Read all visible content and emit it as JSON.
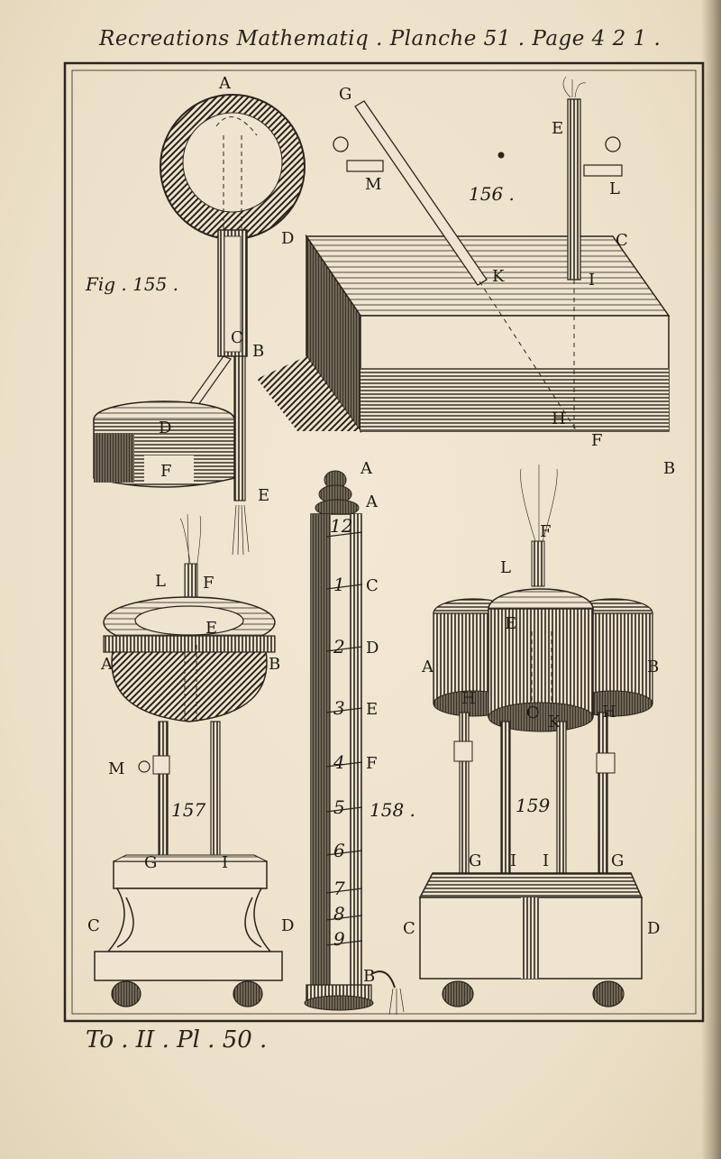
{
  "header": {
    "title": "Recreations Mathematiq . Planche 51 . Page 4 2 1 ."
  },
  "footer": {
    "text": "To . II . Pl . 50 ."
  },
  "figures": {
    "fig155": {
      "caption": "Fig . 155 .",
      "labels": {
        "A": "A",
        "B": "B",
        "C": "C",
        "D": "D",
        "E": "E",
        "F": "F"
      }
    },
    "fig156": {
      "caption": "156 .",
      "labels": {
        "A": "A",
        "B": "B",
        "C": "C",
        "D": "D",
        "E": "E",
        "F": "F",
        "G": "G",
        "H": "H",
        "I": "I",
        "K": "K",
        "L": "L",
        "M": "M"
      }
    },
    "fig157": {
      "caption": "157",
      "labels": {
        "A": "A",
        "B": "B",
        "C": "C",
        "D": "D",
        "E": "E",
        "F": "F",
        "G": "G",
        "I": "I",
        "L": "L",
        "M": "M"
      }
    },
    "fig158": {
      "caption": "158 .",
      "labels": {
        "A": "A",
        "B": "B",
        "C": "C",
        "D": "D",
        "E": "E",
        "F": "F"
      },
      "scale": [
        "12",
        "1",
        "2",
        "3",
        "4",
        "5",
        "6",
        "7",
        "8",
        "9"
      ]
    },
    "fig159": {
      "caption": "159",
      "labels": {
        "A": "A",
        "B": "B",
        "C": "C",
        "D": "D",
        "E": "E",
        "F": "F",
        "G1": "G",
        "G2": "G",
        "H1": "H",
        "H2": "H",
        "I1": "I",
        "I2": "I",
        "K": "K",
        "L": "L",
        "O": "O"
      }
    }
  }
}
